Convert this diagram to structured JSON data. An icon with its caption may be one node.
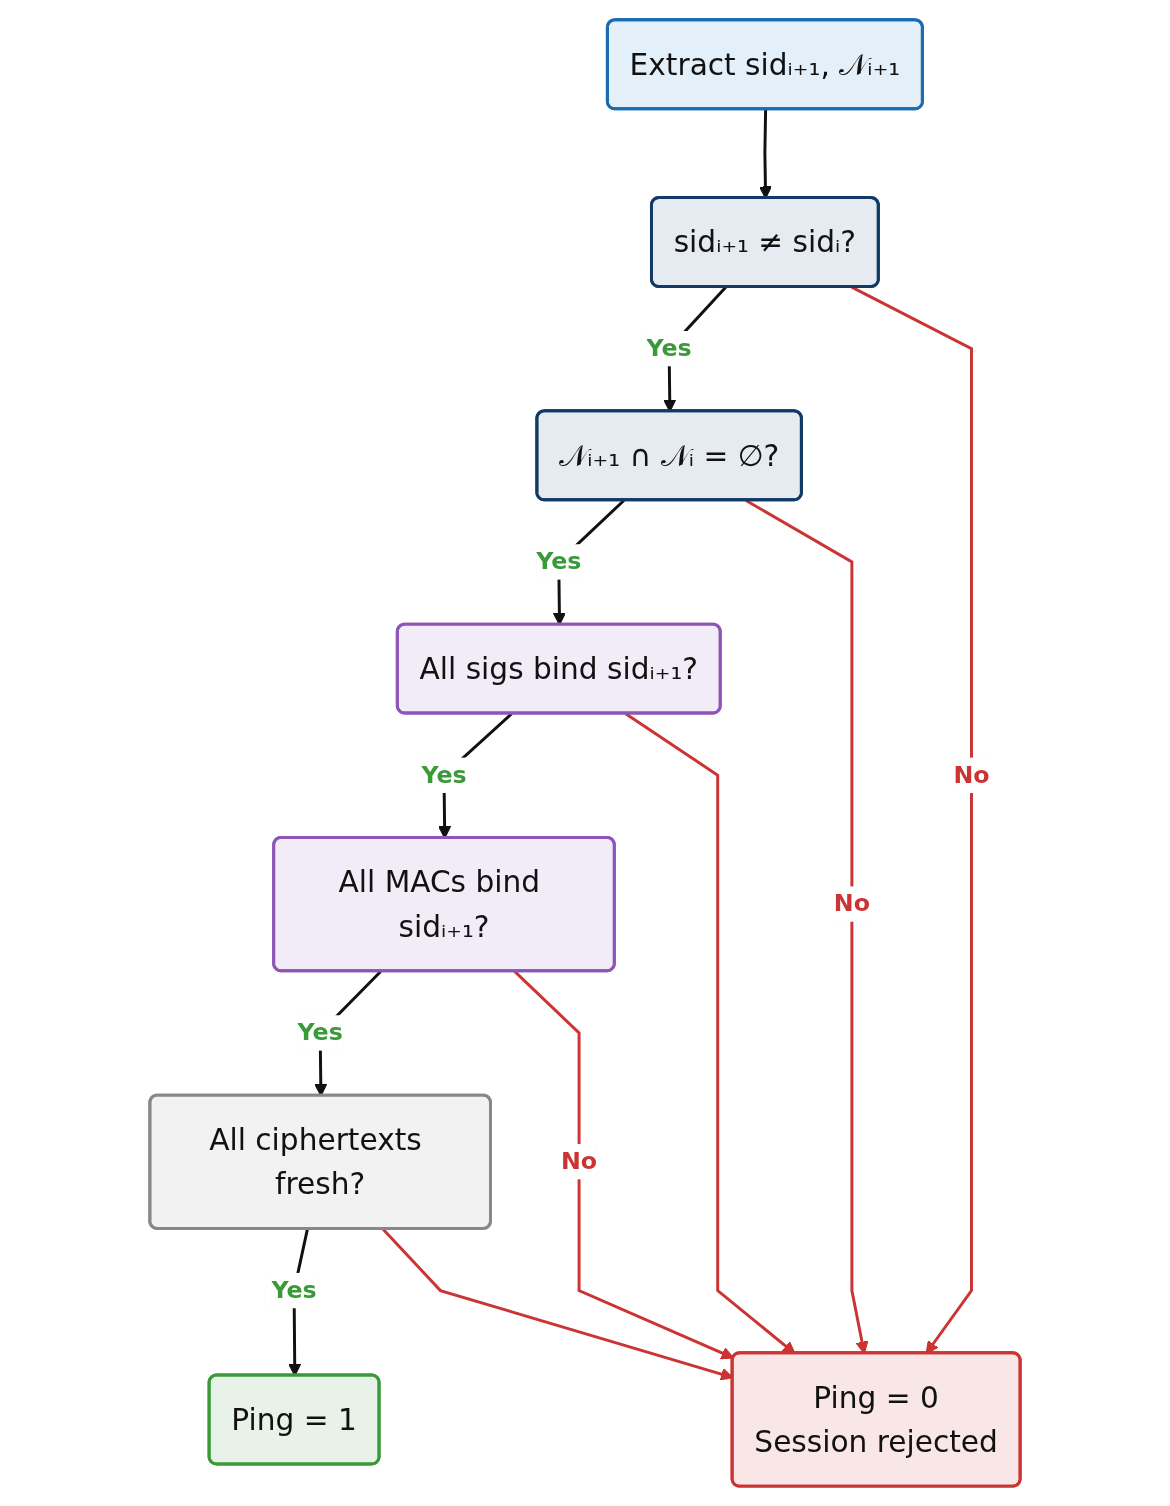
{
  "diagram": {
    "nodes": [
      {
        "text": [
          "Extract sidᵢ₊₁, 𝒩ᵢ₊₁"
        ]
      },
      {
        "text": [
          "sidᵢ₊₁ ≠ sidᵢ?"
        ]
      },
      {
        "text": [
          "𝒩ᵢ₊₁ ∩ 𝒩ᵢ = ∅?"
        ]
      },
      {
        "text": [
          "All sigs bind sidᵢ₊₁?"
        ]
      },
      {
        "text": [
          "All MACs bind sidᵢ₊₁?"
        ]
      },
      {
        "text": [
          "All ciphertexts fresh?"
        ]
      },
      {
        "text": [
          "Ping = 1"
        ]
      },
      {
        "text": [
          "Ping = 0",
          "Session rejected"
        ]
      }
    ],
    "edges": [
      {
        "from": 0,
        "to": 1,
        "arrow": "to"
      },
      {
        "from": 1,
        "to": 2,
        "arrow": "to",
        "label": "Yes"
      },
      {
        "from": 2,
        "to": 3,
        "arrow": "to",
        "label": "Yes"
      },
      {
        "from": 3,
        "to": 4,
        "arrow": "to",
        "label": "Yes"
      },
      {
        "from": 4,
        "to": 5,
        "arrow": "to",
        "label": "Yes"
      },
      {
        "from": 5,
        "to": 6,
        "arrow": "to",
        "label": "Yes"
      },
      {
        "from": 1,
        "to": 7,
        "arrow": "to",
        "label": "No",
        "color": "#cc3333"
      },
      {
        "from": 2,
        "to": 7,
        "arrow": "to",
        "label": "No",
        "color": "#cc3333"
      },
      {
        "from": 3,
        "to": 7,
        "arrow": "to",
        "color": "#cc3333"
      },
      {
        "from": 4,
        "to": 7,
        "arrow": "to",
        "label": "No",
        "color": "#cc3333"
      },
      {
        "from": 5,
        "to": 7,
        "arrow": "to",
        "color": "#cc3333"
      }
    ]
  }
}
